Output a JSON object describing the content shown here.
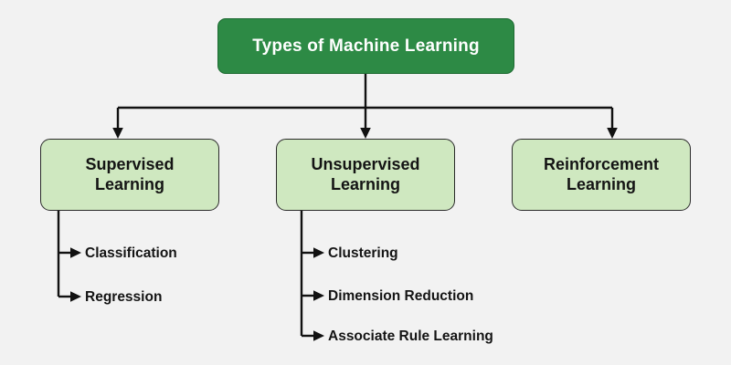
{
  "diagram": {
    "title": "Types of Machine Learning",
    "background_color": "#f2f2f2",
    "root": {
      "label": "Types of Machine Learning",
      "fill_color": "#2d8a45",
      "text_color": "#ffffff"
    },
    "branches": [
      {
        "label_line1": "Supervised",
        "label_line2": "Learning",
        "fill_color": "#cfe8c0",
        "text_color": "#141414",
        "children": [
          {
            "label": "Classification"
          },
          {
            "label": "Regression"
          }
        ]
      },
      {
        "label_line1": "Unsupervised",
        "label_line2": "Learning",
        "fill_color": "#cfe8c0",
        "text_color": "#141414",
        "children": [
          {
            "label": "Clustering"
          },
          {
            "label": "Dimension Reduction"
          },
          {
            "label": "Associate Rule Learning"
          }
        ]
      },
      {
        "label_line1": "Reinforcement",
        "label_line2": "Learning",
        "fill_color": "#cfe8c0",
        "text_color": "#141414",
        "children": []
      }
    ],
    "connector_color": "#111111"
  }
}
